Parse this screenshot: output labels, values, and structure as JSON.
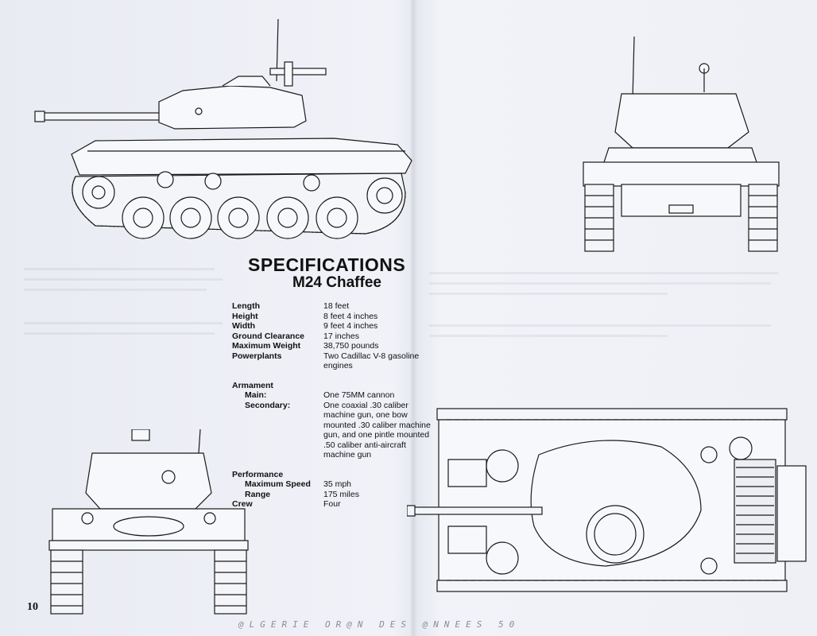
{
  "header": {
    "title": "SPECIFICATIONS",
    "subtitle": "M24 Chaffee"
  },
  "specs": [
    {
      "label": "Length",
      "value": "18 feet"
    },
    {
      "label": "Height",
      "value": "8 feet 4 inches"
    },
    {
      "label": "Width",
      "value": "9 feet 4 inches"
    },
    {
      "label": "Ground Clearance",
      "value": "17 inches"
    },
    {
      "label": "Maximum Weight",
      "value": "38,750 pounds"
    },
    {
      "label": "Powerplants",
      "value": "Two Cadillac V-8 gasoline engines"
    }
  ],
  "armament": {
    "heading": "Armament",
    "main_label": "Main:",
    "main_value": "One 75MM cannon",
    "secondary_label": "Secondary:",
    "secondary_value": "One coaxial .30 caliber machine gun, one bow mounted .30 caliber machine gun, and one pintle mounted .50 caliber anti-aircraft machine gun"
  },
  "performance": {
    "heading": "Performance",
    "speed_label": "Maximum Speed",
    "speed_value": "35 mph",
    "range_label": "Range",
    "range_value": "175 miles",
    "crew_label": "Crew",
    "crew_value": "Four"
  },
  "footer": {
    "page_number": "10",
    "watermark": "@LGERIE OR@N DES @NNEES 50"
  },
  "drawings": [
    "side-view",
    "front-view",
    "rear-view",
    "top-view"
  ]
}
